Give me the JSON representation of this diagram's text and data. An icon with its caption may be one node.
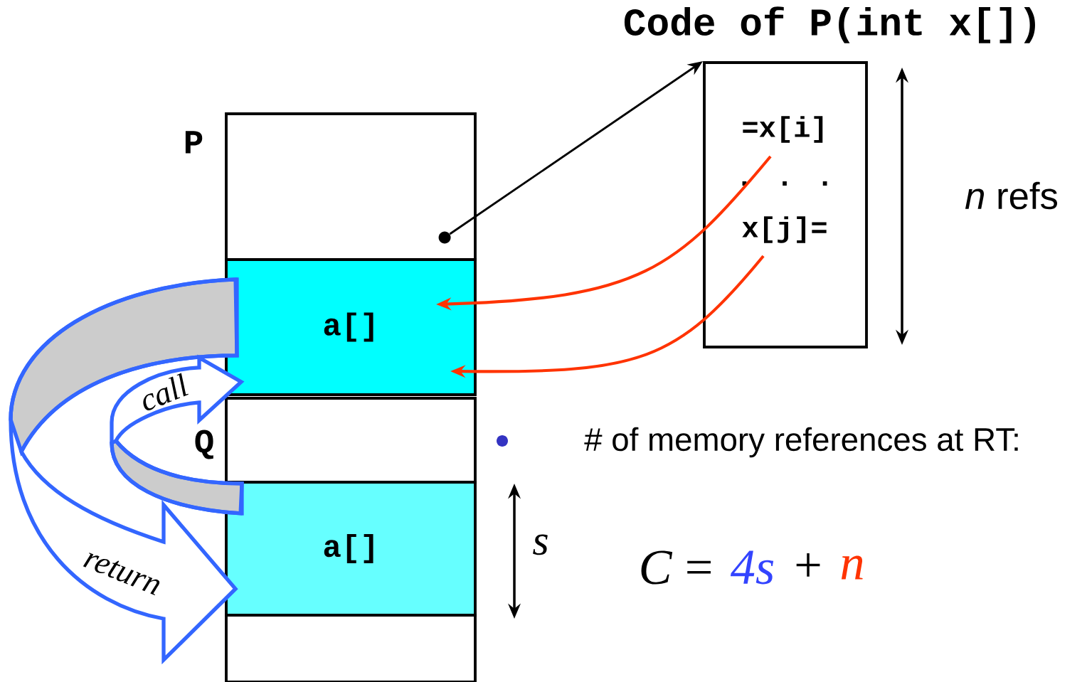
{
  "diagram": {
    "nodes": [
      {
        "text": [],
        "shape": "box",
        "beside": [
          "P"
        ]
      },
      {
        "text": [
          "a[]"
        ]
      },
      {
        "text": [],
        "shape": "box",
        "beside": [
          "Q"
        ]
      },
      {
        "text": [
          "a[]"
        ]
      },
      {
        "text": [],
        "shape": "box"
      },
      {
        "text": [
          "Code of P(int x[])",
          "=x[i]",
          ". . .",
          "x[j]="
        ]
      },
      {
        "text": [],
        "shape": "circle",
        "in": 0
      }
    ],
    "edges": [
      {
        "from": 6,
        "to": 5,
        "arrow": "to",
        "color": "#000000"
      },
      {
        "from": 5,
        "to": 1,
        "arrow": "to",
        "color": "#ff3300"
      },
      {
        "from": 5,
        "to": 1,
        "arrow": "to",
        "color": "#ff3300"
      },
      {
        "from": 1,
        "to": 3,
        "arrow": "to",
        "label": "return",
        "style": "thick",
        "color": "#3366ff"
      },
      {
        "from": 3,
        "to": 1,
        "arrow": "to",
        "label": "call",
        "style": "thick",
        "color": "#3366ff"
      }
    ],
    "labels": [
      "*n* refs",
      "# of memory references at RT:",
      "s",
      "*C* =",
      "4s",
      "+",
      "n"
    ]
  }
}
